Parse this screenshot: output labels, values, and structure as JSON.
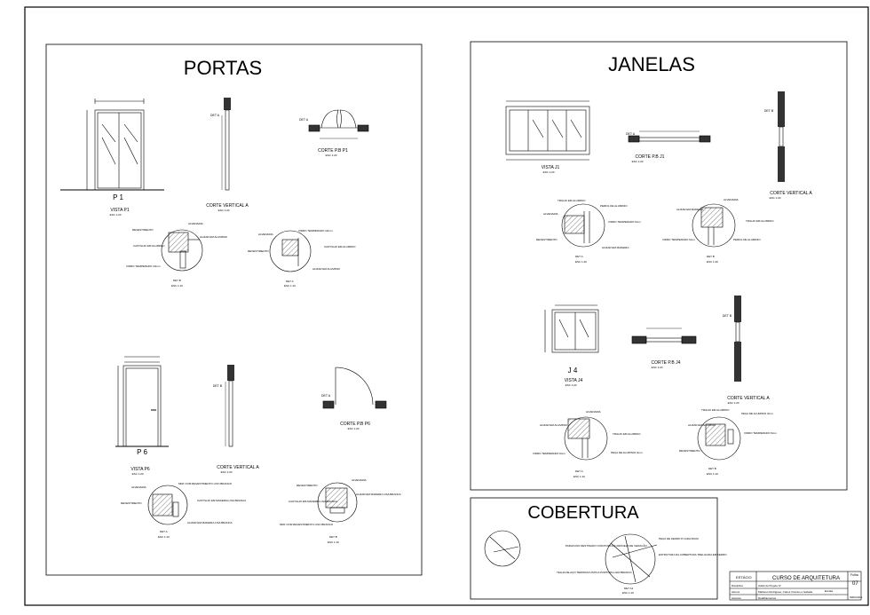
{
  "sections": {
    "portas": "PORTAS",
    "janelas": "JANELAS",
    "cobertura": "COBERTURA"
  },
  "portas": {
    "p1_tag": "P 1",
    "vista_p1": "VISTA P1",
    "vista_p1_scale": "ESC 1:20",
    "corte_vertical_a": "CORTE VERTICAL  A",
    "corte_vertical_a_scale": "ESC 1:20",
    "det_a": "DET A",
    "corte_pb_p1": "CORTE P.B  P1",
    "corte_pb_p1_scale": "ESC 1:20",
    "det_b_left": [
      {
        "text": "REVESTIMENTO"
      },
      {
        "text": "ALVENARIA"
      },
      {
        "text": "ALIZAR EM ALUMINIO"
      },
      {
        "text": "CASTILHO EM ALUMINIO"
      },
      {
        "text": "VIDRO TEMPERADO 10mm"
      }
    ],
    "det_b_title": "DET B",
    "det_b_scale": "ESC 1:10",
    "det_a_right": [
      {
        "text": "ALVENARIA"
      },
      {
        "text": "VIDRO TEMPERADO 10mm"
      },
      {
        "text": "REVESTIMENTO"
      },
      {
        "text": "CASTILHO EM ALUMINIO"
      },
      {
        "text": "ALIZAR EM ALUMINIO"
      }
    ],
    "det_a_title": "DET A",
    "det_a_scale": "ESC 1:10",
    "p6_tag": "P 6",
    "vista_p6": "VISTA P6",
    "vista_p6_scale": "ESC 1:20",
    "corte_vertical_a_p6": "CORTE VERTICAL  A",
    "corte_vertical_a_p6_scale": "ESC 1:20",
    "det_b_p6": "DET B",
    "corte_pb_p6": "CORTE P.B  P6",
    "corte_pb_p6_scale": "ESC 1:20",
    "p6_det_left": [
      {
        "text": "ALVENARIA"
      },
      {
        "text": "MDF COM REVESTIMENTO LISO BRANCO"
      },
      {
        "text": "REVESTIMENTO"
      },
      {
        "text": "CASTILHO EM MADEIRA LISA BRANCA"
      },
      {
        "text": "ALIZAR EM MADEIRA LISA BRANCA"
      }
    ],
    "p6_det_left_title": "DET A",
    "p6_det_left_scale": "ESC 1:10",
    "p6_det_right": [
      {
        "text": "REVESTIMENTO"
      },
      {
        "text": "ALVENARIA"
      },
      {
        "text": "ALIZAR EM MADEIRA LISA BRANCA"
      },
      {
        "text": "CASTILHO EM MADEIRA LISA BRANCA"
      },
      {
        "text": "MDF COM REVESTIMENTO LISO BRANCO"
      }
    ],
    "p6_det_right_title": "DET B",
    "p6_det_right_scale": "ESC 1:10"
  },
  "janelas": {
    "vista_j1": "VISTA J1",
    "vista_j1_scale": "ESC 1:20",
    "corte_pb_j1": "CORTE P.B  J1",
    "corte_pb_j1_scale": "ESC 1:20",
    "det_a": "DET A",
    "det_b": "DET B",
    "corte_vertical_a": "CORTE VERTICAL  A",
    "corte_vertical_a_scale": "ESC 1:20",
    "j1_det_a": [
      {
        "text": "TRILHO EM ALUMINIO"
      },
      {
        "text": "ALVENARIA"
      },
      {
        "text": "PERFIL DE ALUMINIO"
      },
      {
        "text": "VIDRO TEMPERADO 6mm"
      },
      {
        "text": "REVESTIMENTO"
      },
      {
        "text": "ALIZAR EM MADEIRA"
      }
    ],
    "j1_det_a_title": "DET A",
    "j1_det_a_scale": "ESC 1:20",
    "j1_det_b": [
      {
        "text": "ALVENARIA"
      },
      {
        "text": "ALIZAR EM MADEIRA"
      },
      {
        "text": "TRILHO EM ALUMINIO"
      },
      {
        "text": "VIDRO TEMPERADO 6mm"
      },
      {
        "text": "PERFIL DE ALUMINIO"
      }
    ],
    "j1_det_b_title": "DET B",
    "j1_det_b_scale": "ESC 1:20",
    "j4_tag": "J 4",
    "vista_j4": "VISTA J4",
    "vista_j4_scale": "ESC 1:20",
    "corte_pb_j4": "CORTE P.B  J4",
    "corte_pb_j4_scale": "ESC 1:20",
    "corte_vertical_a_j4": "CORTE VERTICAL  A",
    "corte_vertical_a_j4_scale": "ESC 1:20",
    "j4_det_a": [
      {
        "text": "ALVENARIA"
      },
      {
        "text": "ALIZAR EM ALUMINIO"
      },
      {
        "text": "TRILHO EM ALUMINIO"
      },
      {
        "text": "VIDRO TEMPERADO 6mm"
      },
      {
        "text": "PEÇA DE ALUMINIO 3mm"
      }
    ],
    "j4_det_a_title": "DET A",
    "j4_det_a_scale": "ESC 1:10",
    "j4_det_b": [
      {
        "text": "TRILHO EM ALUMINIO"
      },
      {
        "text": "PEÇA DE ALUMINIO 3mm"
      },
      {
        "text": "ALIZAR EM ALUMINIO"
      },
      {
        "text": "VIDRO TEMPERADO 6mm"
      },
      {
        "text": "REVESTIMENTO"
      }
    ],
    "j4_det_b_title": "DET B",
    "j4_det_b_scale": "ESC 1:10"
  },
  "cobertura": {
    "det_notes": [
      {
        "text": "PARAFUSO DESTINADO COM PORCA E ARRUELA DE VEDAÇÃO"
      },
      {
        "text": "PEÇA DE FERRO 8 CADA 60CM"
      },
      {
        "text": "ESTRUTURA DA COBERTURA TRELIÇADA EM FERRO"
      },
      {
        "text": "TELHA DE AÇO TERMOACUSTICA PORTOFILL EM BRANCO"
      }
    ],
    "det_title": "DET A1",
    "det_scale": "ESC 1:10"
  },
  "title_block": {
    "estacio": "ESTÁCIO",
    "course": "CURSO DE ARQUITETURA",
    "folha_label": "Folha",
    "folha_value": "07",
    "rows": [
      {
        "label": "Disciplina",
        "value": "Ateliê de Projeto IV"
      },
      {
        "label": "Alunos",
        "value": "Matheus Rodrigues, Carlos Vinícius e Isabelle"
      },
      {
        "label": "Assunto",
        "value": "Detalhamentos"
      }
    ],
    "escala_label": "Escala",
    "escala_value": "INDICADA"
  }
}
